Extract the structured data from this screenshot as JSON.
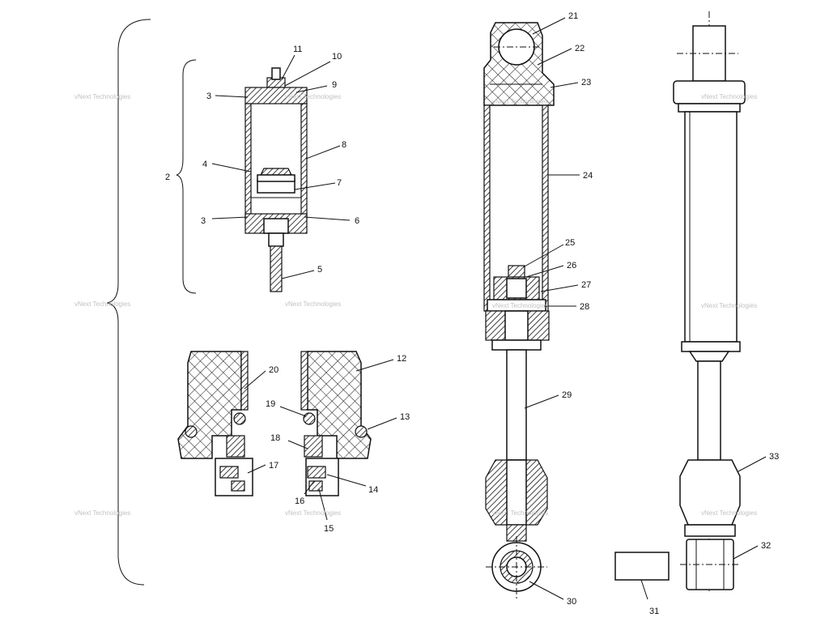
{
  "watermark": "vNext Technologies",
  "callouts": {
    "c2": "2",
    "c3a": "3",
    "c3b": "3",
    "c4": "4",
    "c5": "5",
    "c6": "6",
    "c7": "7",
    "c8": "8",
    "c9": "9",
    "c10": "10",
    "c11": "11",
    "c12": "12",
    "c13": "13",
    "c14": "14",
    "c15": "15",
    "c16": "16",
    "c17": "17",
    "c18": "18",
    "c19": "19",
    "c20": "20",
    "c21": "21",
    "c22": "22",
    "c23": "23",
    "c24": "24",
    "c25": "25",
    "c26": "26",
    "c27": "27",
    "c28": "28",
    "c29": "29",
    "c30": "30",
    "c31": "31",
    "c32": "32",
    "c33": "33"
  }
}
